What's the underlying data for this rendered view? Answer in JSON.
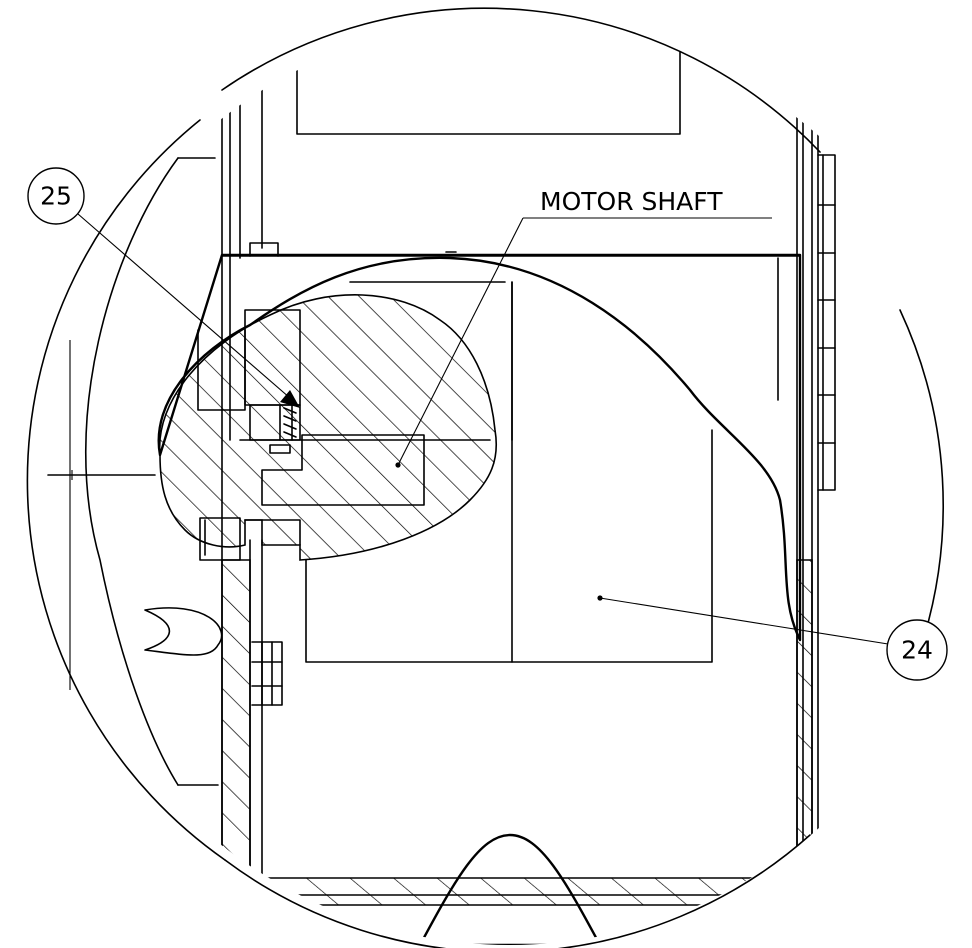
{
  "callouts": {
    "item_25": "25",
    "item_24": "24",
    "motor_shaft_label": "MOTOR SHAFT"
  }
}
